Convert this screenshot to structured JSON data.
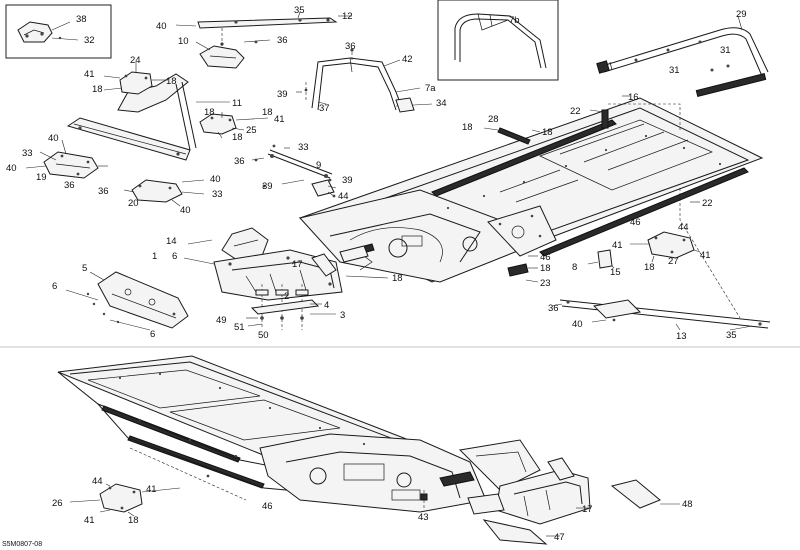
{
  "diagram": {
    "drawing_code": "S5M0807-08",
    "callouts_top": [
      "38",
      "32",
      "40",
      "35",
      "12",
      "10",
      "36",
      "36",
      "42",
      "7a",
      "39",
      "37",
      "34",
      "7b",
      "29",
      "31",
      "31",
      "41",
      "24",
      "18",
      "18",
      "11",
      "18",
      "18",
      "41",
      "25",
      "18",
      "22",
      "16",
      "28",
      "18",
      "18",
      "40",
      "33",
      "40",
      "19",
      "36",
      "33",
      "36",
      "9",
      "39",
      "39",
      "44",
      "36",
      "20",
      "40",
      "33",
      "40",
      "46",
      "22",
      "44",
      "41",
      "27",
      "18",
      "41",
      "14",
      "1",
      "6",
      "17",
      "5",
      "46",
      "18",
      "18",
      "8",
      "15",
      "23",
      "6",
      "2",
      "4",
      "36",
      "40",
      "3",
      "49",
      "51",
      "50",
      "6",
      "13",
      "35"
    ],
    "callouts_bottom": [
      "44",
      "41",
      "26",
      "41",
      "18",
      "46",
      "43",
      "17",
      "48",
      "47"
    ]
  }
}
